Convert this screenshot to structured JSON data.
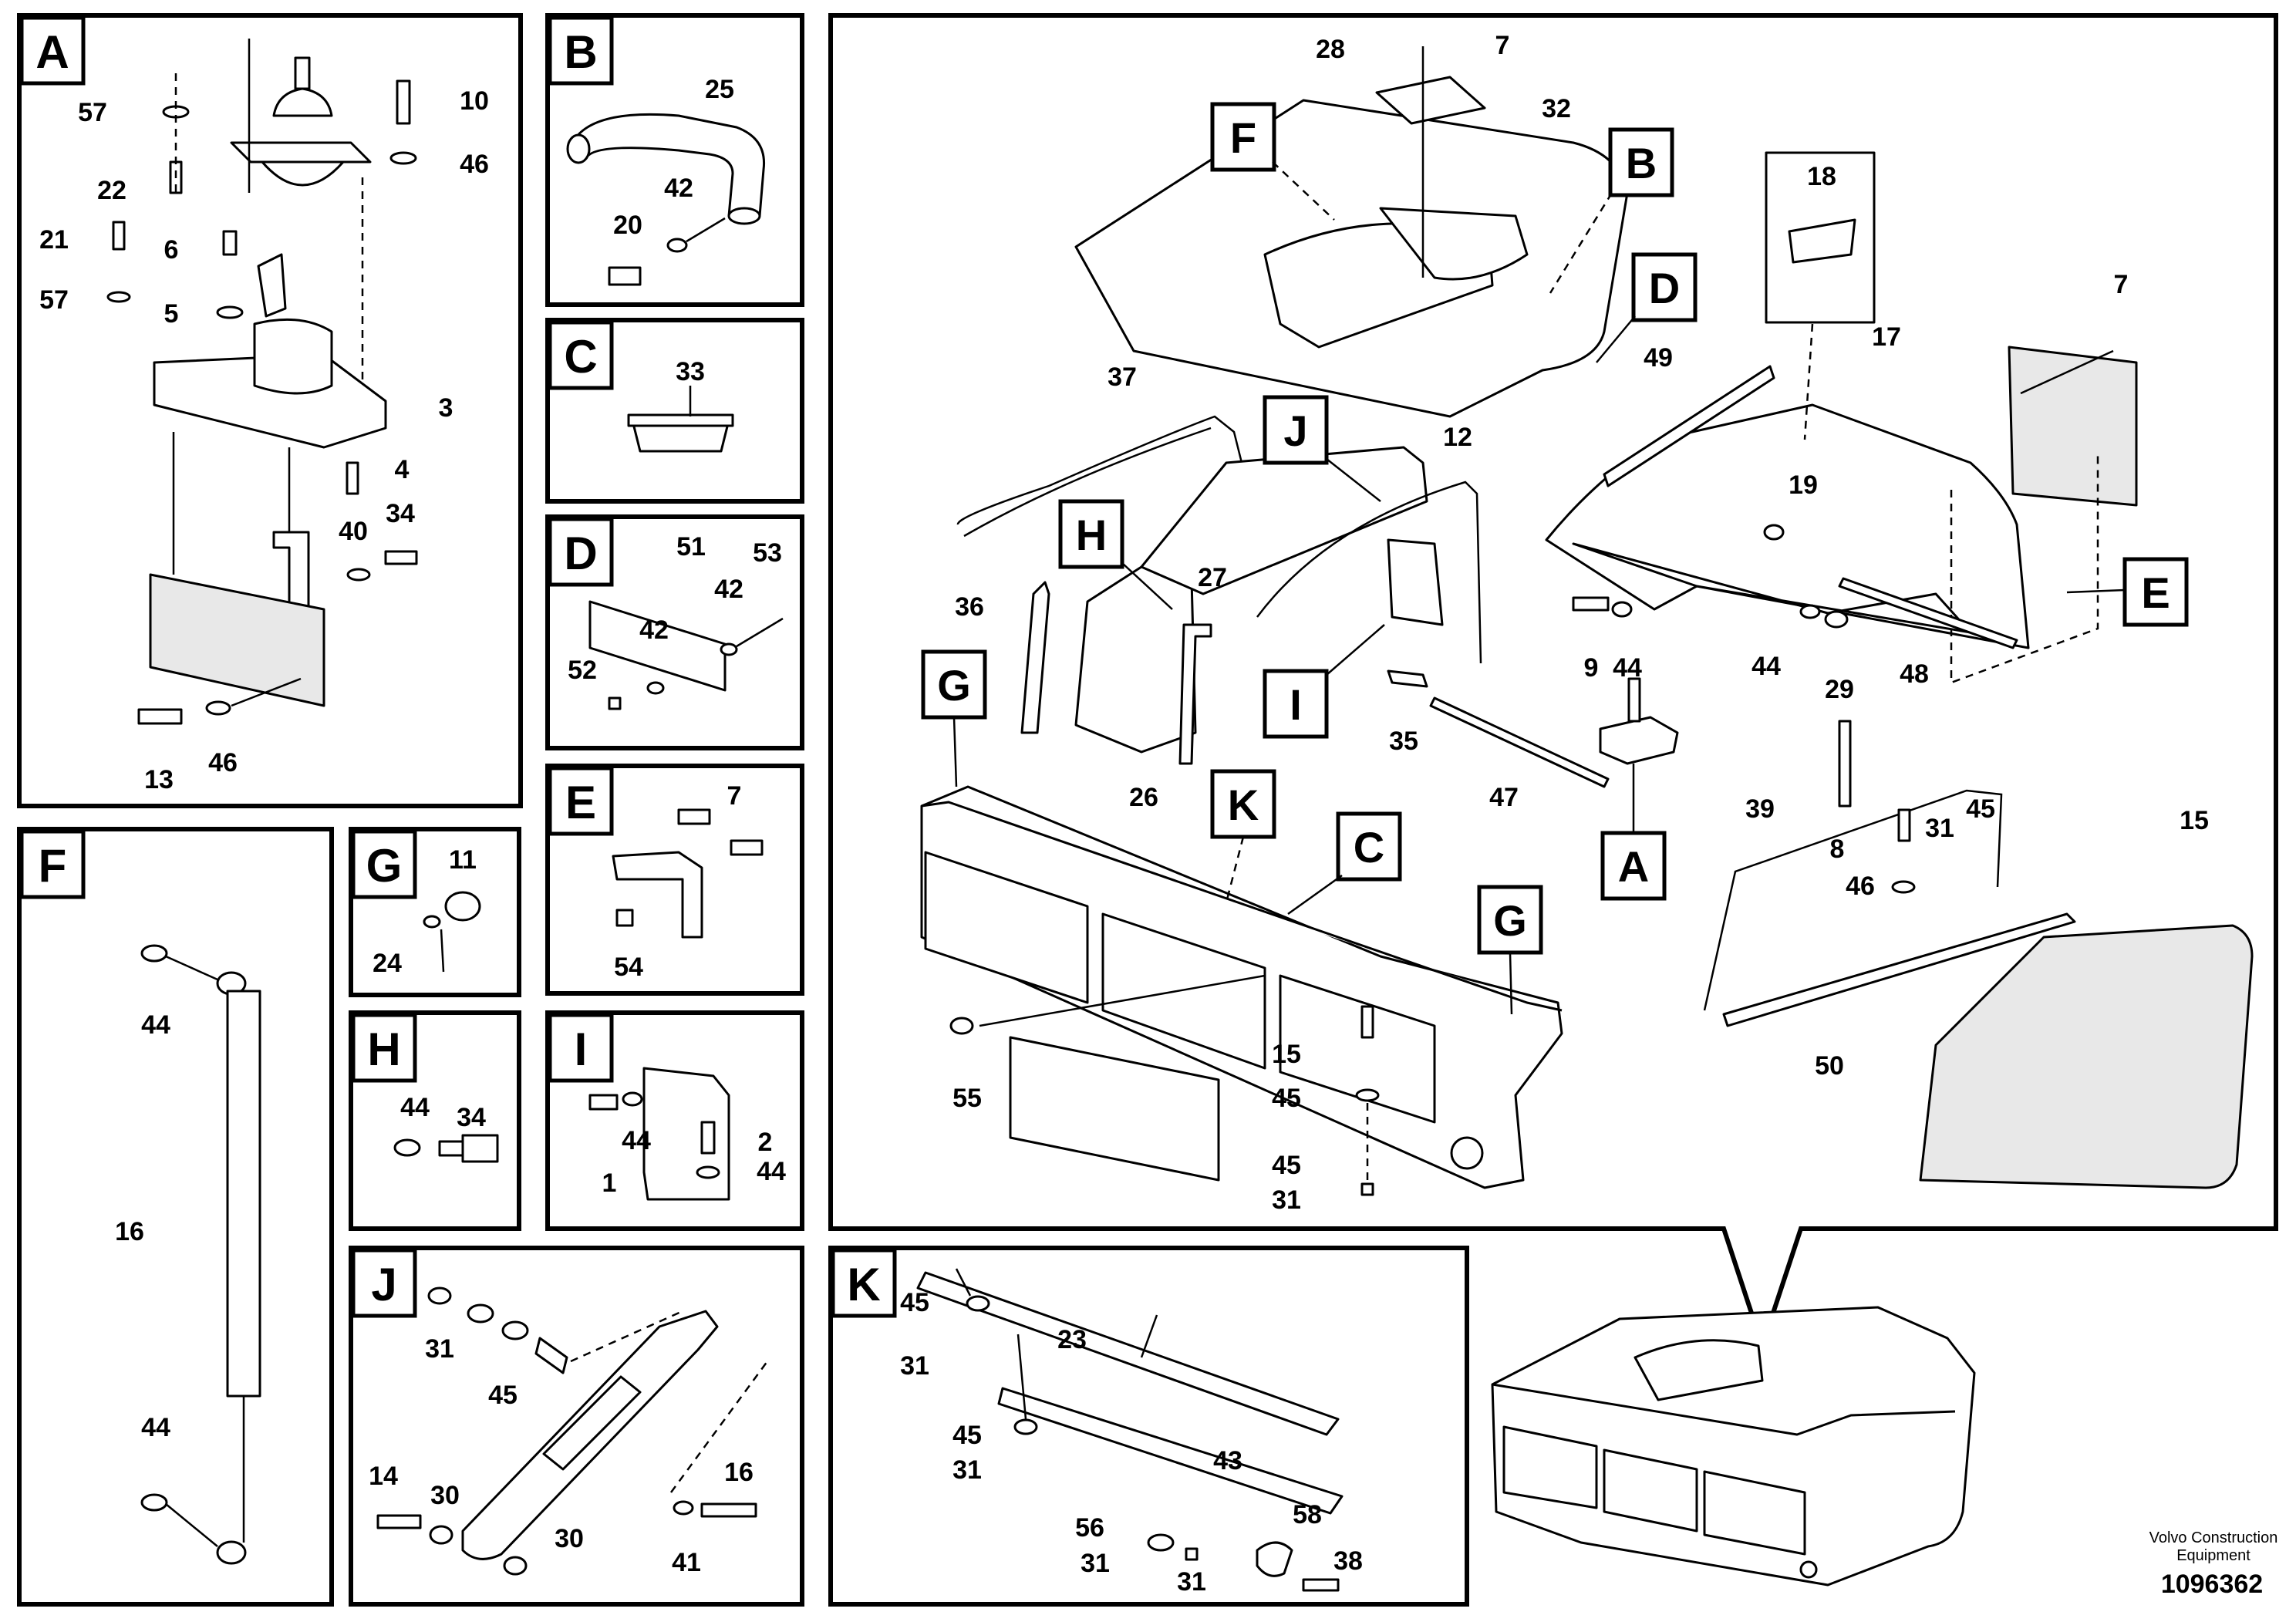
{
  "panels": {
    "A": "A",
    "B": "B",
    "C": "C",
    "D": "D",
    "E": "E",
    "F": "F",
    "G": "G",
    "H": "H",
    "I": "I",
    "J": "J",
    "K": "K"
  },
  "callouts": {
    "A": "A",
    "B": "B",
    "C": "C",
    "D": "D",
    "E": "E",
    "F": "F",
    "G1": "G",
    "G2": "G",
    "H": "H",
    "I": "I",
    "J": "J",
    "K": "K"
  },
  "numbers": {
    "A": [
      "57",
      "10",
      "46",
      "22",
      "21",
      "6",
      "57",
      "5",
      "3",
      "4",
      "40",
      "34",
      "13",
      "46"
    ],
    "B": [
      "25",
      "42",
      "20"
    ],
    "C": [
      "33"
    ],
    "D": [
      "51",
      "53",
      "42",
      "42",
      "52"
    ],
    "E": [
      "7",
      "54"
    ],
    "F": [
      "44",
      "16",
      "44"
    ],
    "G": [
      "11",
      "24"
    ],
    "H": [
      "44",
      "34"
    ],
    "I": [
      "2",
      "44",
      "1",
      "44"
    ],
    "J": [
      "31",
      "45",
      "14",
      "30",
      "30",
      "16",
      "41"
    ],
    "K": [
      "45",
      "23",
      "31",
      "45",
      "31",
      "43",
      "56",
      "58",
      "31",
      "38",
      "31"
    ],
    "main": [
      "28",
      "7",
      "32",
      "49",
      "18",
      "17",
      "7",
      "37",
      "12",
      "19",
      "36",
      "27",
      "9",
      "44",
      "44",
      "29",
      "48",
      "35",
      "47",
      "26",
      "39",
      "31",
      "45",
      "15",
      "8",
      "46",
      "50",
      "55",
      "15",
      "45",
      "45",
      "31"
    ]
  },
  "footer": {
    "company_line1": "Volvo Construction",
    "company_line2": "Equipment",
    "drawing_number": "1096362"
  }
}
